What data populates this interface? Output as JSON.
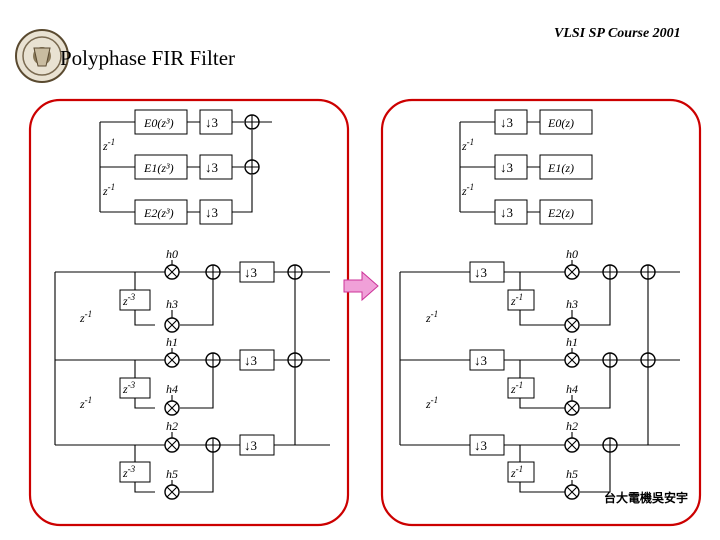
{
  "header": {
    "course": "VLSI SP Course 2001",
    "title": "Polyphase FIR Filter",
    "footer": "台大電機吳安宇"
  },
  "glyphs": {
    "z1": "z",
    "z1_exp": "-1",
    "z3": "z",
    "z3_exp": "-3",
    "down3": "↓3"
  },
  "labels": {
    "E0z3": "E0(z³)",
    "E1z3": "E1(z³)",
    "E2z3": "E2(z³)",
    "E0z": "E0(z)",
    "E1z": "E1(z)",
    "E2z": "E2(z)",
    "h0": "h0",
    "h1": "h1",
    "h2": "h2",
    "h3": "h3",
    "h4": "h4",
    "h5": "h5"
  },
  "colors": {
    "frame": "#cc0000",
    "arrow_fill": "#f0a0d8",
    "arrow_stroke": "#cc3399"
  },
  "icons": {
    "logo": "university-seal-icon",
    "arrow": "right-arrow-icon"
  }
}
